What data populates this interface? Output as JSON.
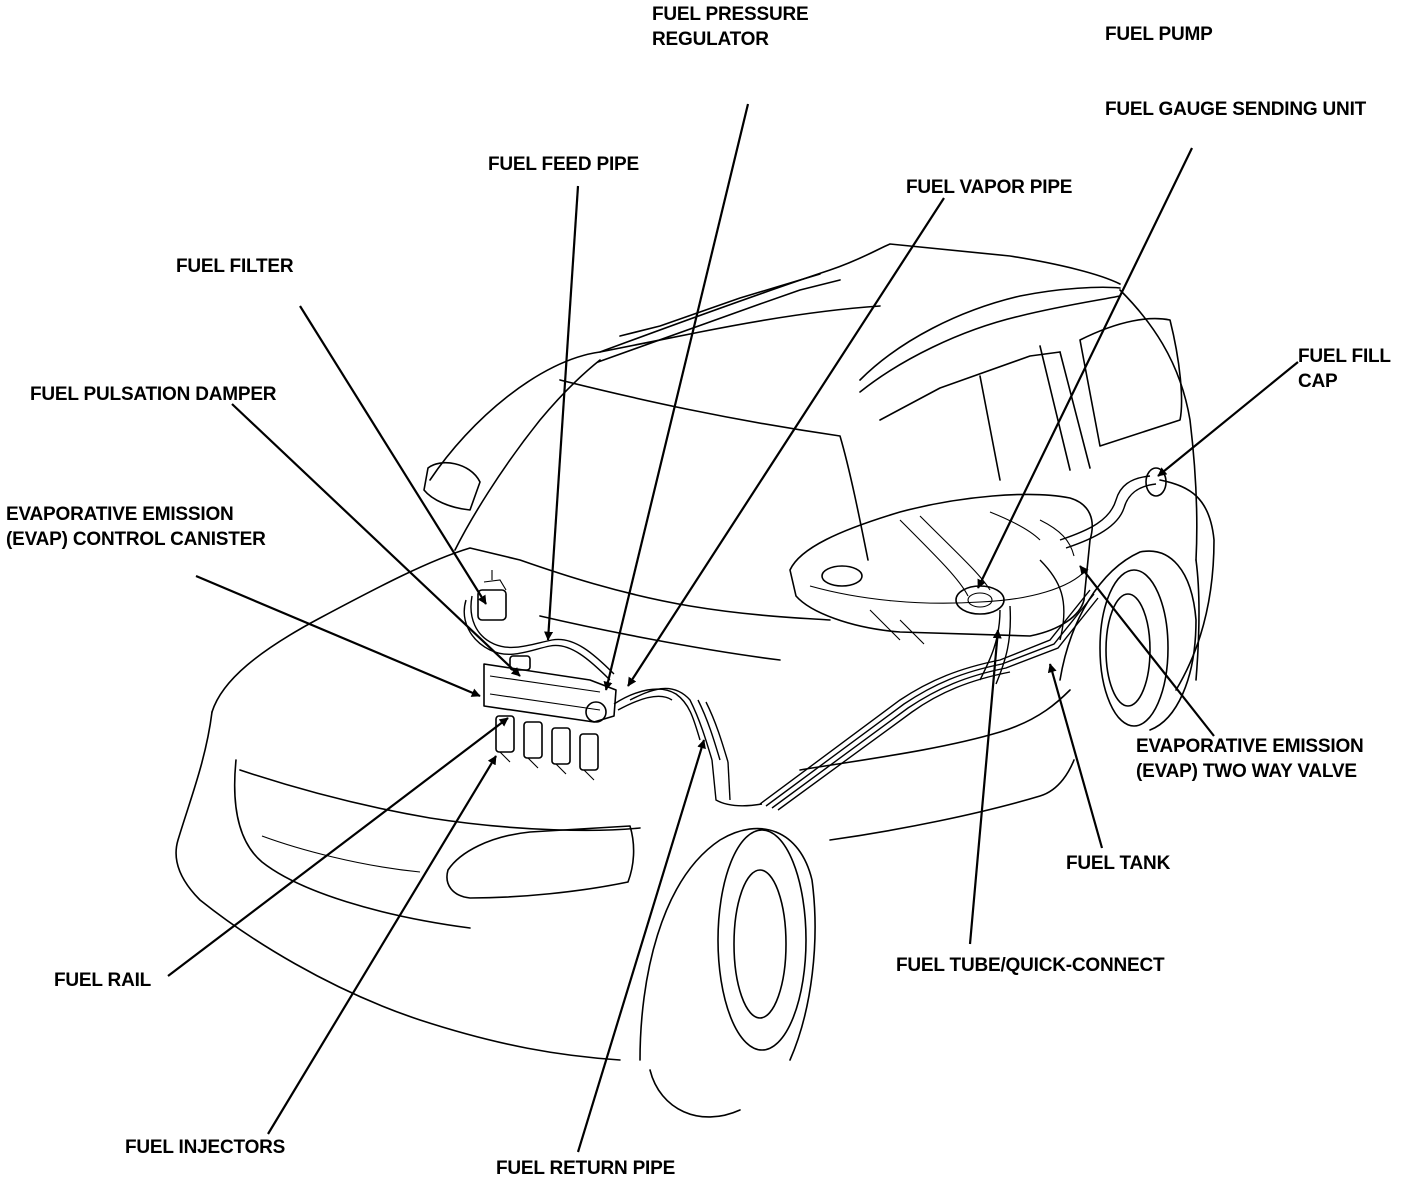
{
  "labels": {
    "fuel_pressure_regulator": [
      "FUEL PRESSURE",
      "REGULATOR"
    ],
    "fuel_pump": "FUEL PUMP",
    "fuel_gauge_sending_unit": "FUEL GAUGE SENDING UNIT",
    "fuel_feed_pipe": "FUEL FEED PIPE",
    "fuel_vapor_pipe": "FUEL VAPOR PIPE",
    "fuel_filter": "FUEL FILTER",
    "fuel_fill_cap": [
      "FUEL FILL",
      "CAP"
    ],
    "fuel_pulsation_damper": "FUEL PULSATION DAMPER",
    "evap_control_canister": [
      "EVAPORATIVE EMISSION",
      "(EVAP) CONTROL CANISTER"
    ],
    "evap_two_way_valve": [
      "EVAPORATIVE EMISSION",
      "(EVAP) TWO WAY VALVE"
    ],
    "fuel_tank": "FUEL TANK",
    "fuel_tube_quick_connect": "FUEL TUBE/QUICK-CONNECT",
    "fuel_rail": "FUEL RAIL",
    "fuel_injectors": "FUEL INJECTORS",
    "fuel_return_pipe": "FUEL RETURN PIPE"
  }
}
